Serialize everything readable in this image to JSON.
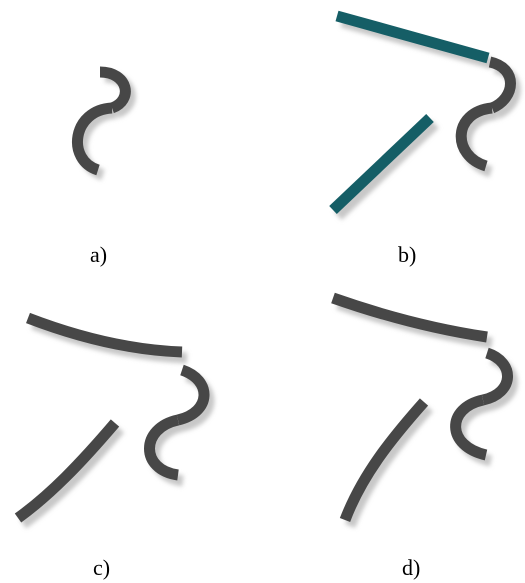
{
  "panels": [
    {
      "id": "a",
      "caption": "a)"
    },
    {
      "id": "b",
      "caption": "b)"
    },
    {
      "id": "c",
      "caption": "c)"
    },
    {
      "id": "d",
      "caption": "d)"
    }
  ],
  "colors": {
    "stroke_dark": "#474747",
    "stroke_teal": "#155e66",
    "shadow": "#c8c8c8",
    "background": "#ffffff"
  }
}
